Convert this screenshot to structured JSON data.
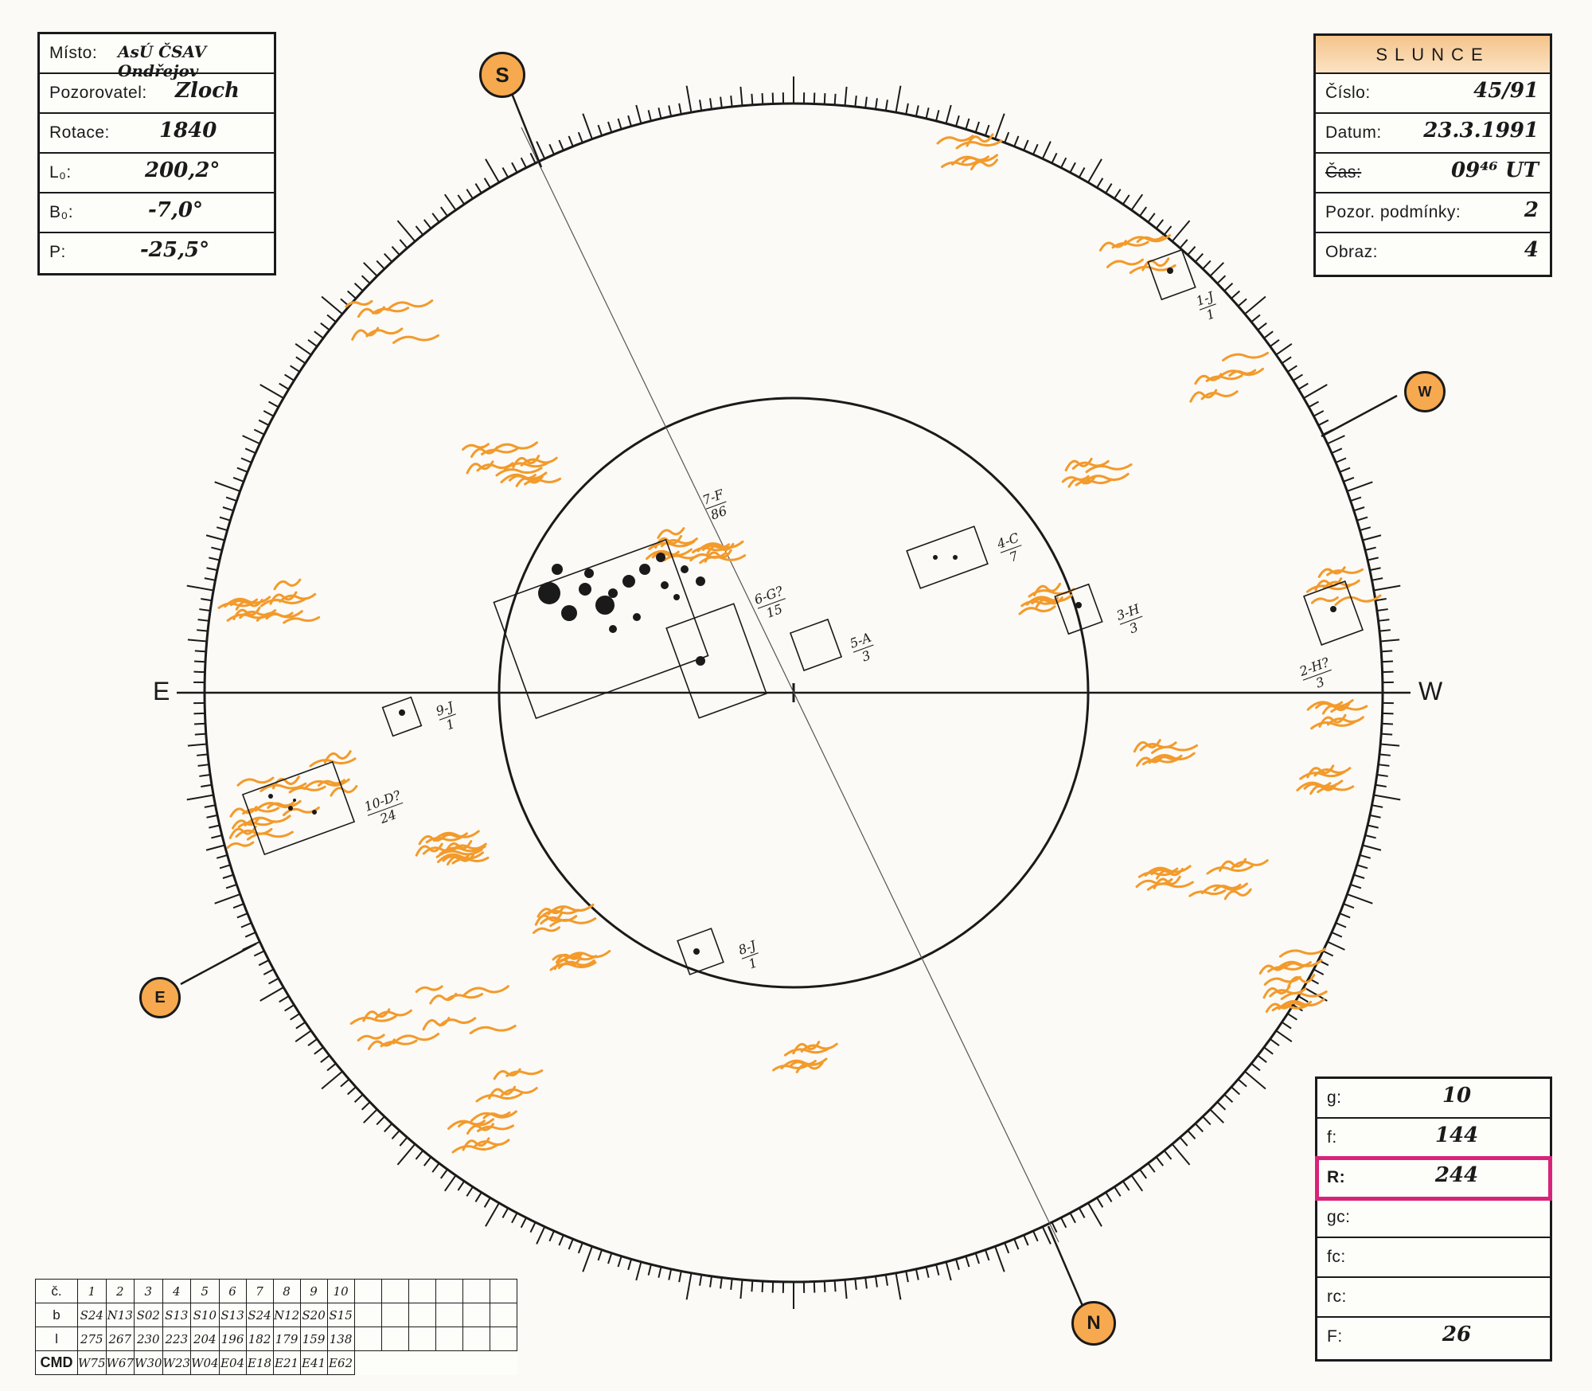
{
  "info": {
    "misto_label": "Místo:",
    "misto_value": "AsÚ ČSAV Ondřejov",
    "pozorovatel_label": "Pozorovatel:",
    "pozorovatel_value": "Zloch",
    "rotace_label": "Rotace:",
    "rotace_value": "1840",
    "l0_label": "L₀:",
    "l0_value": "200,2°",
    "b0_label": "B₀:",
    "b0_value": "-7,0°",
    "p_label": "P:",
    "p_value": "-25,5°"
  },
  "sun": {
    "title": "SLUNCE",
    "cislo_label": "Číslo:",
    "cislo_value": "45/91",
    "datum_label": "Datum:",
    "datum_value": "23.3.1991",
    "cas_label": "Čas:",
    "cas_value": "09⁴⁶ UT",
    "podminky_label": "Pozor. podmínky:",
    "podminky_value": "2",
    "obraz_label": "Obraz:",
    "obraz_value": "4"
  },
  "stats": {
    "g_label": "g:",
    "g_value": "10",
    "f_label": "f:",
    "f_value": "144",
    "r_label": "R:",
    "r_value": "244",
    "gc_label": "gc:",
    "gc_value": "",
    "fc_label": "fc:",
    "fc_value": "",
    "rc_label": "rc:",
    "rc_value": "",
    "F_label": "F:",
    "F_value": "26",
    "highlight_color": "#d8237a"
  },
  "compass": {
    "S": "S",
    "N": "N",
    "E_marker": "E",
    "W_marker": "W",
    "E_axis": "E",
    "W_axis": "W"
  },
  "groups": [
    {
      "id": "7-F",
      "count": "86"
    },
    {
      "id": "6-G?",
      "count": "15"
    },
    {
      "id": "5-A",
      "count": "3"
    },
    {
      "id": "4-C",
      "count": "7"
    },
    {
      "id": "3-H",
      "count": "3"
    },
    {
      "id": "2-H?",
      "count": "3"
    },
    {
      "id": "1-J",
      "count": "1"
    },
    {
      "id": "9-J",
      "count": "1"
    },
    {
      "id": "10-D?",
      "count": "24"
    },
    {
      "id": "8-J",
      "count": "1"
    }
  ],
  "table": {
    "row_labels": [
      "č.",
      "b",
      "l",
      "CMD"
    ],
    "numbers": [
      "1",
      "2",
      "3",
      "4",
      "5",
      "6",
      "7",
      "8",
      "9",
      "10"
    ],
    "b": [
      "S24",
      "N13",
      "S02",
      "S13",
      "S10",
      "S13",
      "S24",
      "N12",
      "S20",
      "S15"
    ],
    "l": [
      "275",
      "267",
      "230",
      "223",
      "204",
      "196",
      "182",
      "179",
      "159",
      "138"
    ],
    "cmd": [
      "W75",
      "W67",
      "W30",
      "W23",
      "W04",
      "E04",
      "E18",
      "E21",
      "E41",
      "E62"
    ],
    "empty_columns": 6
  },
  "colors": {
    "facula": "#f39a2b",
    "marker_fill": "#f6a94e",
    "ink": "#1a1a1a"
  }
}
